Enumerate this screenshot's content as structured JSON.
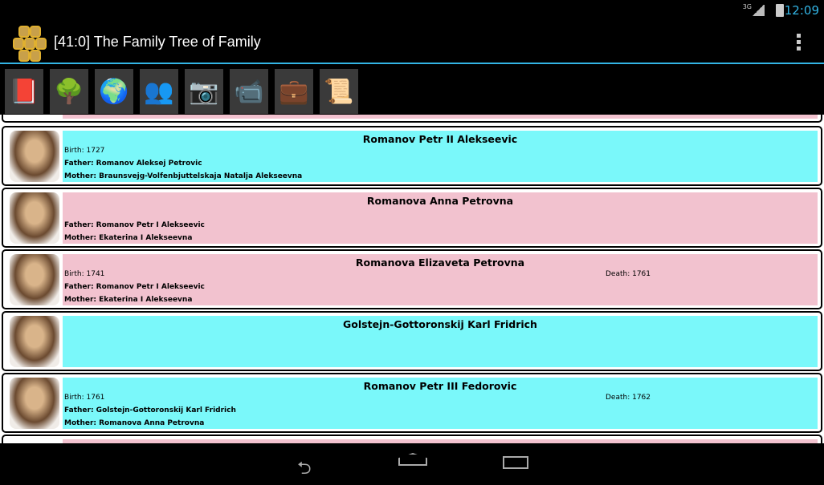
{
  "status": {
    "network": "3G",
    "time": "12:09"
  },
  "app": {
    "title": "[41:0] The Family Tree of Family"
  },
  "toolbar": [
    {
      "name": "book",
      "glyph": "📕"
    },
    {
      "name": "tree",
      "glyph": "🌳"
    },
    {
      "name": "globe",
      "glyph": "🌍"
    },
    {
      "name": "people",
      "glyph": "👥"
    },
    {
      "name": "camera",
      "glyph": "📷"
    },
    {
      "name": "video",
      "glyph": "📹"
    },
    {
      "name": "briefcase",
      "glyph": "💼"
    },
    {
      "name": "document",
      "glyph": "📜"
    }
  ],
  "colors": {
    "male": "#7af8fa",
    "female": "#f2c2cf",
    "accent": "#33b5e5"
  },
  "people": [
    {
      "name": "Romanov Petr II Alekseevic",
      "gender": "male",
      "birth": "Birth: 1727",
      "death": "",
      "father": "Father: Romanov Aleksej Petrovic",
      "mother": "Mother: Braunsvejg-Volfenbjuttelskaja Natalja Alekseevna"
    },
    {
      "name": "Romanova Anna Petrovna",
      "gender": "female",
      "birth": "",
      "death": "",
      "father": "Father: Romanov Petr I Alekseevic",
      "mother": "Mother: Ekaterina I Alekseevna"
    },
    {
      "name": "Romanova Elizaveta Petrovna",
      "gender": "female",
      "birth": "Birth: 1741",
      "death": "Death: 1761",
      "father": "Father: Romanov Petr I Alekseevic",
      "mother": "Mother: Ekaterina I Alekseevna"
    },
    {
      "name": "Golstejn-Gottoronskij Karl Fridrich",
      "gender": "male",
      "birth": "",
      "death": "",
      "father": "",
      "mother": ""
    },
    {
      "name": "Romanov Petr III Fedorovic",
      "gender": "male",
      "birth": "Birth: 1761",
      "death": "Death: 1762",
      "father": "Father: Golstejn-Gottoronskij Karl Fridrich",
      "mother": "Mother: Romanova Anna Petrovna"
    }
  ]
}
